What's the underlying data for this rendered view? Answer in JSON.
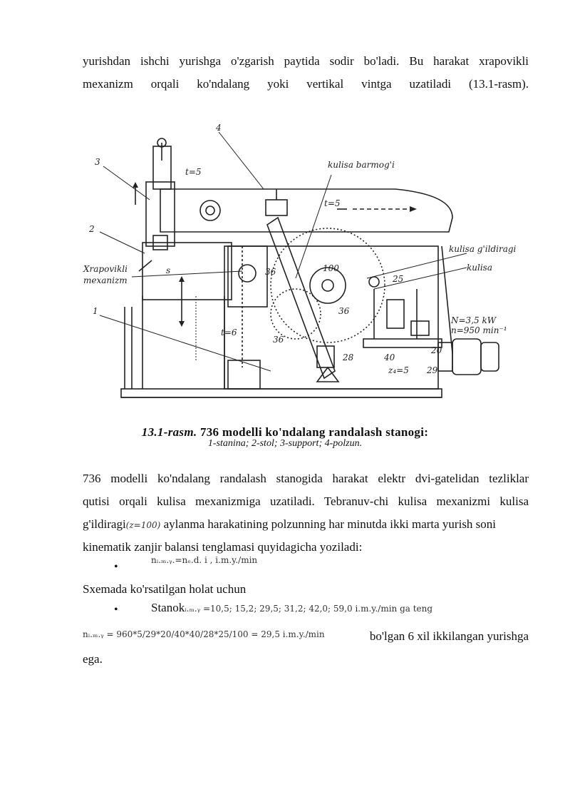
{
  "intro": {
    "line1": "yurishdan ishchi yurishga o'zgarish paytida sodir bo'ladi. Bu harakat xrapovikli",
    "line2": "mexanizm orqali ko'ndalang yoki vertikal vintga uzatiladi (13.1-rasm)."
  },
  "figure": {
    "labels": {
      "n1": "1",
      "n2": "2",
      "n3": "3",
      "n4": "4",
      "xrapovikli": "Xrapovikli",
      "mexanizm": "mexanizm",
      "kulisa_barmogi": "kulisa barmog'i",
      "kulisa_gildiragi": "kulisa g'ildiragi",
      "kulisa": "kulisa",
      "power": "N=3,5 kW",
      "rpm": "n=950 min⁻¹",
      "t5a": "t=5",
      "t5b": "t=5",
      "t6": "t=6",
      "s": "s",
      "z100": "100",
      "z36a": "36",
      "z36b": "36",
      "z36c": "36",
      "z25": "25",
      "z28": "28",
      "z40": "40",
      "z20": "20",
      "z29": "29",
      "z4": "z₄=5"
    },
    "caption_bold": "13.1-rasm.",
    "caption_rest": " 736 modelli ko'ndalang randalash stanogi:",
    "caption_sub": "1-stanina; 2-stol; 3-support; 4-polzun."
  },
  "body": {
    "para_line1": "736 modelli ko'ndalang randalash stanogida harakat elektr dvi-gatelidan tezliklar",
    "para_line2": "qutisi orqali kulisa mexanizmiga uzatiladi. Tebranuv-chi kulisa mexanizmi kulisa",
    "para_line3a": "g'ildiragi",
    "para_inline_formula": "(z=100)",
    "para_line3b": "aylanma harakatining polzunning har minutda ikki marta yurish soni",
    "para_line4": "kinematik zanjir balansi tenglamasi quyidagicha yoziladi:",
    "formula1": "nᵢ.ₘ.ᵧ.=nₑ.d. i , i.m.y./min",
    "sxema": "Sxemada ko'rsatilgan holat uchun",
    "stanok_label": "Stanok",
    "stanok_values": "ᵢ.ₘ.ᵧ =10,5; 15,2; 29,5; 31,2; 42,0; 59,0 i.m.y./min ga teng",
    "formula2": "nᵢ.ₘ.ᵧ = 960*5/29*20/40*40/28*25/100 = 29,5 i.m.y./min",
    "tail": "bo'lgan 6 xil ikkilangan yurishga",
    "tail2": "ega."
  }
}
